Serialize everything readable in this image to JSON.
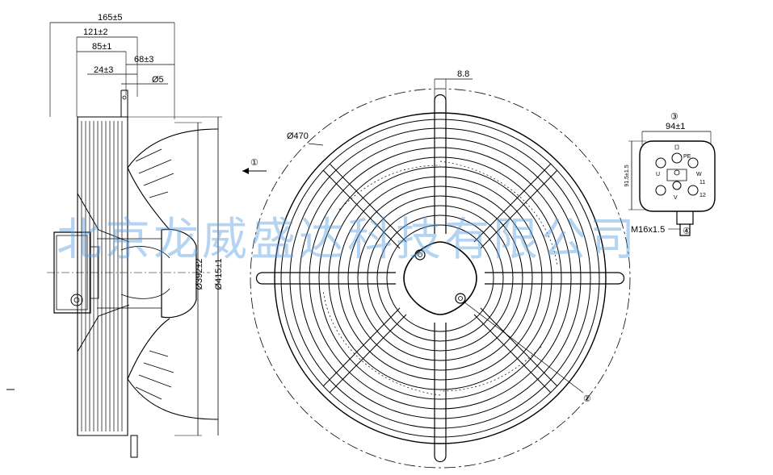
{
  "side_view": {
    "dims": {
      "total_length": "165±5",
      "length_121": "121±2",
      "length_85": "85±1",
      "length_68": "68±3",
      "length_24": "24±3",
      "hole_dia": "Ø5",
      "hub_dia": "Ø392±2",
      "frame_dia": "Ø415±1"
    },
    "airflow_marker": "①"
  },
  "front_view": {
    "dims": {
      "guard_dia": "Ø470",
      "width_8_8": "8.8"
    },
    "marker_2": "②"
  },
  "terminal_box": {
    "marker_3": "③",
    "marker_4": "④",
    "dims": {
      "width": "94±1",
      "height": "91.5±1.5",
      "thread": "M16x1.5"
    },
    "terminal_labels": [
      "U",
      "V",
      "W",
      "PE",
      "11",
      "12"
    ]
  },
  "watermark": "北京龙威盛达科技有限公司"
}
